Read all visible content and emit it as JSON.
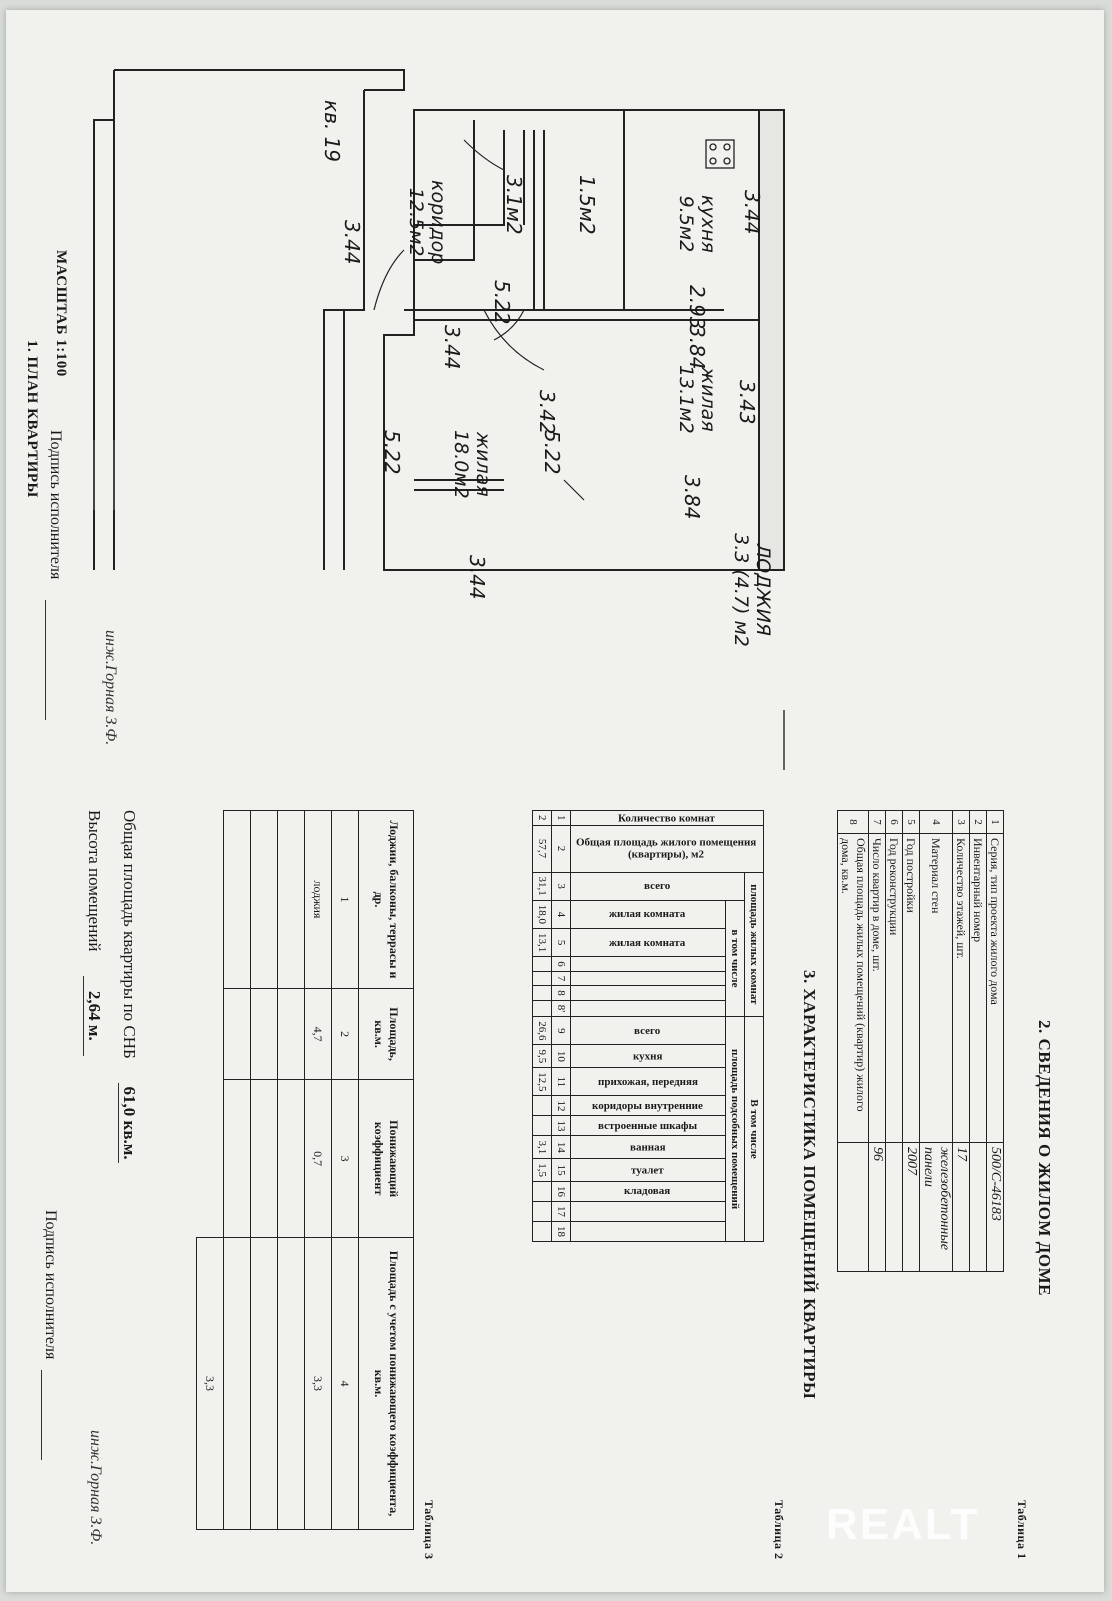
{
  "plan": {
    "title": "1. ПЛАН КВАРТИРЫ",
    "scale": "МАСШТАБ 1:100",
    "apartment_label": "кв. 19",
    "rooms": [
      {
        "name": "кухня",
        "area": "9.5м2"
      },
      {
        "name": "жилая",
        "area": "13.1м2"
      },
      {
        "name": "жилая",
        "area": "18.0м2"
      },
      {
        "name": "коридор",
        "area": "12.5м2"
      },
      {
        "name": "",
        "area": "3.1м2"
      },
      {
        "name": "",
        "area": "1.5м2"
      },
      {
        "name": "ЛОДЖИЯ",
        "area": "3.3 (4.7) м2"
      }
    ],
    "dimensions": [
      "3.44",
      "2.93",
      "3.84",
      "3.43",
      "3.84",
      "3.42",
      "5.22",
      "3.44",
      "5.22",
      "5.22",
      "3.44",
      "3.44"
    ],
    "signature_label": "Подпись исполнителя",
    "executor": "инж.Горная З.Ф."
  },
  "house": {
    "title": "2. СВЕДЕНИЯ О ЖИЛОМ ДОМЕ",
    "table_label": "Таблица 1",
    "rows": [
      {
        "n": "1",
        "label": "Серия, тип проекта жилого дома",
        "value": "500/С-46183"
      },
      {
        "n": "2",
        "label": "Инвентарный номер",
        "value": ""
      },
      {
        "n": "3",
        "label": "Количество этажей, шт.",
        "value": "17"
      },
      {
        "n": "4",
        "label": "Материал стен",
        "value": "железобетонные панели"
      },
      {
        "n": "5",
        "label": "Год постройки",
        "value": "2007"
      },
      {
        "n": "6",
        "label": "Год реконструкции",
        "value": ""
      },
      {
        "n": "7",
        "label": "Число квартир в доме, шт.",
        "value": "96"
      },
      {
        "n": "8",
        "label": "Общая площадь жилых помещений (квартир) жилого дома, кв.м.",
        "value": ""
      }
    ]
  },
  "characteristics": {
    "title": "3. ХАРАКТЕРИСТИКА ПОМЕЩЕНИЙ КВАРТИРЫ",
    "table_label": "Таблица 2",
    "headers": {
      "rooms_count": "Количество комнат",
      "total_area": "Общая площадь жилого помещения (квартиры), м2",
      "living_area": "площадь жилых комнат",
      "in_that_number": "в том числе",
      "total": "всего",
      "living_room": "жилая комната",
      "aux_area": "площадь подсобных помещений",
      "in_that_number_cap": "В том числе",
      "kitchen": "кухня",
      "hall": "прихожая, передняя",
      "corridors": "коридоры внутренние",
      "closets": "встроенные шкафы",
      "bathroom": "ванная",
      "toilet": "туалет",
      "storage": "кладовая"
    },
    "col_numbers": [
      "1",
      "2",
      "3",
      "4",
      "5",
      "6",
      "7",
      "8",
      "8'",
      "9",
      "10",
      "11",
      "12",
      "13",
      "14",
      "15",
      "16",
      "17",
      "18"
    ],
    "values": [
      "2",
      "57,7",
      "31,1",
      "18,0",
      "13,1",
      "",
      "",
      "",
      "",
      "26,6",
      "9,5",
      "12,5",
      "",
      "",
      "3,1",
      "1,5",
      "",
      "",
      ""
    ]
  },
  "loggia_table": {
    "table_label": "Таблица 3",
    "headers": [
      "Лоджии, балконы, террасы и др.",
      "Площадь, кв.м.",
      "Понижающий коэффициент",
      "Площадь с учетом понижающего коэффициента, кв.м."
    ],
    "col_numbers": [
      "1",
      "2",
      "3",
      "4"
    ],
    "rows": [
      [
        "лоджия",
        "4,7",
        "0,7",
        "3,3"
      ]
    ],
    "total": "3,3"
  },
  "summary": {
    "total_area_label": "Общая площадь квартиры по СНБ",
    "total_area_value": "61,0 кв.м.",
    "height_label": "Высота помещений",
    "height_value": "2,64 м.",
    "signature_label": "Подпись исполнителя",
    "executor": "инж.Горная З.Ф."
  },
  "watermark": "REALT"
}
